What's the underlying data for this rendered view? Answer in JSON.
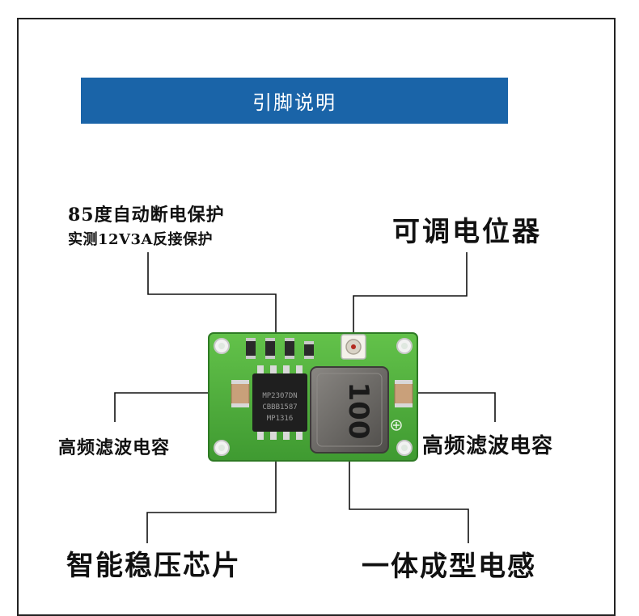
{
  "banner": {
    "title": "引脚说明"
  },
  "labels": {
    "overheat_protection": "85度自动断电保护",
    "reverse_protection": "实测12V3A反接保护",
    "potentiometer": "可调电位器",
    "capacitor_left": "高频滤波电容",
    "capacitor_right": "高频滤波电容",
    "regulator_chip": "智能稳压芯片",
    "inductor": "一体成型电感"
  },
  "board": {
    "chip_markings": [
      "MP2307DN",
      "CBBB1587",
      "MP1316"
    ],
    "inductor_marking": "100"
  },
  "colors": {
    "banner": "#1a64a8",
    "pcb": "#4fae3a",
    "inductor": "#6d6a66",
    "capacitor": "#c9a07a"
  }
}
